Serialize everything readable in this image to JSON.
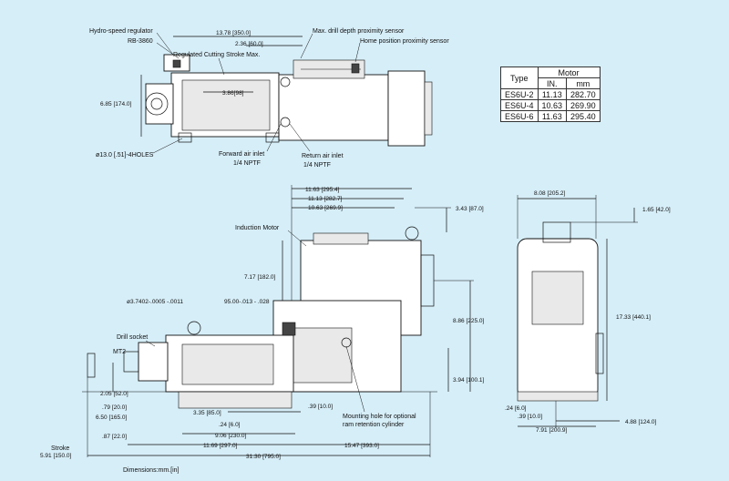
{
  "top_view": {
    "hydro_speed_regulator": "Hydro-speed regulator",
    "rb_3860": "RB-3860",
    "regulated_stroke": "Regulated Cutting Stroke Max.",
    "max_depth_sensor": "Max. drill depth proximity sensor",
    "home_sensor": "Home position proximity sensor",
    "dim_13_78": "13.78 [350.0]",
    "dim_2_36": "2.36 [60.0]",
    "dim_3_86": "3.86[98]",
    "dim_6_85": "6.85 [174.0]",
    "holes": "ø13.0 [.51]-4HOLES",
    "forward_air": "Forward air inlet",
    "forward_npt": "1/4 NPTF",
    "return_air": "Return air inlet",
    "return_npt": "1/4 NPTF"
  },
  "motor_table": {
    "type_header": "Type",
    "motor_header": "Motor",
    "in_header": "IN.",
    "mm_header": "mm",
    "rows": [
      {
        "type": "ES6U-2",
        "in": "11.13",
        "mm": "282.70"
      },
      {
        "type": "ES6U-4",
        "in": "10.63",
        "mm": "269.90"
      },
      {
        "type": "ES6U-6",
        "in": "11.63",
        "mm": "295.40"
      }
    ]
  },
  "side_view": {
    "dim_11_63": "11.63 [295.4]",
    "dim_11_13": "11.13 [282.7]",
    "dim_10_63": "10.63 [269.9]",
    "dim_3_43": "3.43 [87.0]",
    "induction_motor": "Induction Motor",
    "dim_7_17": "7.17 [182.0]",
    "spindle_dia": "ø3.7402-.0005 -.0011",
    "spindle_mm": "95.00-.013 - .028",
    "drill_socket": "Drill socket",
    "mt2": "MT2",
    "dim_8_86": "8.86 [225.0]",
    "dim_3_94": "3.94 [100.1]",
    "mounting_hole": "Mounting hole for optional",
    "ram_retention": "ram retention cylinder",
    "dim_2_05": "2.05 [52.0]",
    "dim_0_79": ".79 [20.0]",
    "dim_6_50": "6.50 [165.0]",
    "dim_0_87": ".87 [22.0]",
    "dim_3_35": "3.35 [85.0]",
    "dim_0_39": ".39 [10.0]",
    "dim_0_24": ".24 [6.0]",
    "dim_9_06": "9.06 [230.0]",
    "dim_11_69": "11.69 [297.0]",
    "dim_15_47": "15.47 [393.0]",
    "dim_31_30": "31.30 [795.0]",
    "stroke_label": "Stroke",
    "stroke_value": "5.91 [150.0]",
    "dimensions_note": "Dimensions:mm.[in]"
  },
  "end_view": {
    "dim_8_08": "8.08 [205.2]",
    "dim_1_65": "1.65 [42.0]",
    "dim_17_33": "17.33 [440.1]",
    "dim_0_24": ".24 [6.0]",
    "dim_0_39": ".39 [10.0]",
    "dim_4_88": "4.88 [124.0]",
    "dim_7_91": "7.91 [200.9]"
  }
}
